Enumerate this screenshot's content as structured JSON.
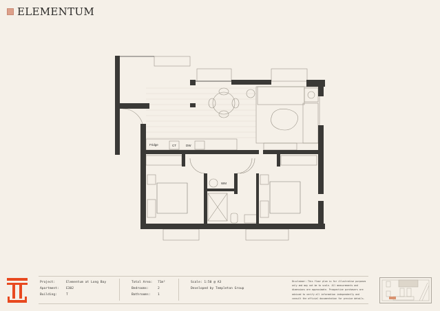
{
  "header": {
    "brand": "ELEMENTUM",
    "logo_color": "#dda08a"
  },
  "plan": {
    "labels": {
      "fridge": "Fridge",
      "cooktop": "CT",
      "dishwasher": "DW",
      "washing_machine": "WM"
    },
    "wall_color": "#3a3936",
    "line_color": "#9b958a"
  },
  "footer": {
    "logo_color": "#e8491f",
    "project": {
      "project_label": "Project:",
      "project_value": "Elementum at Long Bay",
      "apartment_label": "Apartment:",
      "apartment_value": "E302",
      "building_label": "Building:",
      "building_value": "T"
    },
    "areas": {
      "total_area_label": "Total Area:",
      "total_area_value": "71m²",
      "bedrooms_label": "Bedrooms:",
      "bedrooms_value": "2",
      "bathrooms_label": "Bathrooms:",
      "bathrooms_value": "1"
    },
    "scale": {
      "scale_text": "Scale: 1:50 @ A3",
      "developer_text": "Developed by Templeton Group"
    },
    "disclaimer": "Disclaimer: This floor plan is for illustrative purposes only and may not be to scale. All measurements and dimensions are approximate. Prospective purchasers are advised to verify all information independently and consult the official documentation for precise details.",
    "keyplan": {
      "highlight_color": "#d9926f"
    }
  }
}
